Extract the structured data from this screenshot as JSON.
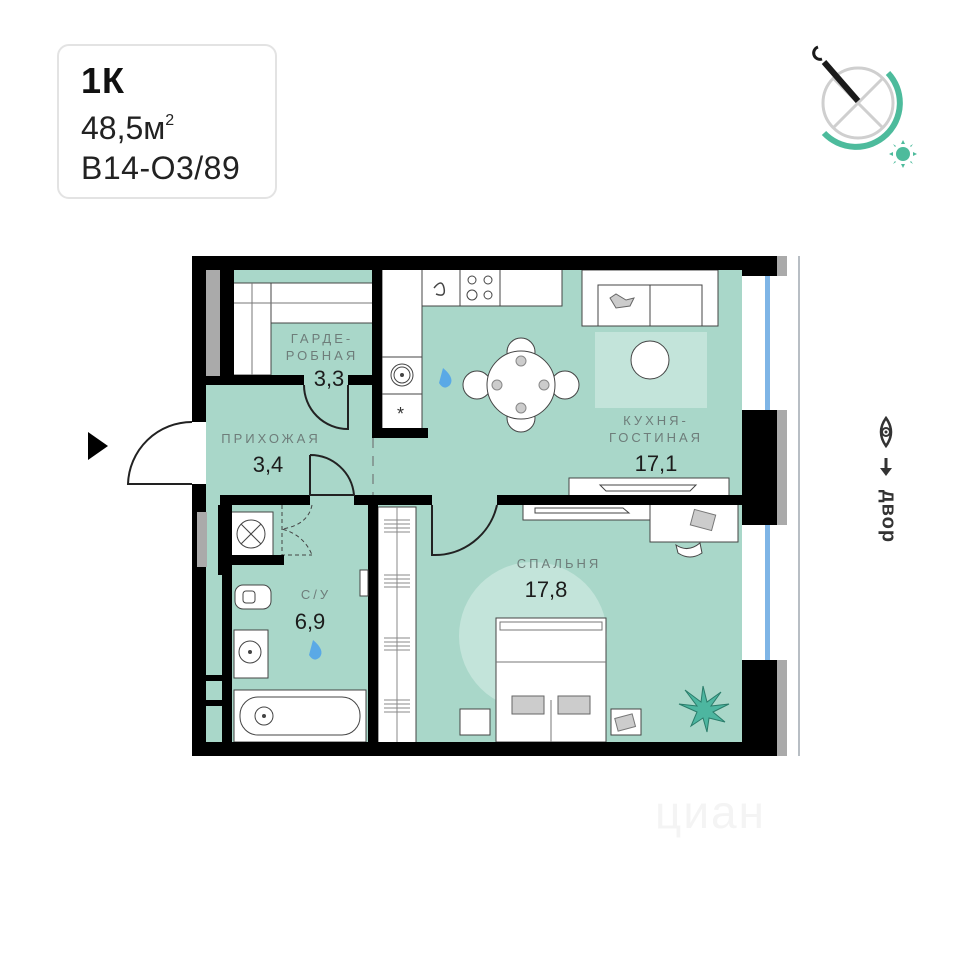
{
  "info": {
    "apartment_type": "1К",
    "total_area": "48,5м",
    "area_superscript": "2",
    "unit_code": "B14-O3/89"
  },
  "compass": {
    "icon": "sun-orientation-compass-icon",
    "accent_color": "#4dbb9c"
  },
  "rooms": [
    {
      "id": "wardrobe",
      "label_line1": "ГАРДЕ-",
      "label_line2": "РОБНАЯ",
      "area": "3,3"
    },
    {
      "id": "hallway",
      "label_line1": "ПРИХОЖАЯ",
      "area": "3,4"
    },
    {
      "id": "kitchen_living",
      "label_line1": "КУХНЯ-",
      "label_line2": "ГОСТИНАЯ",
      "area": "17,1"
    },
    {
      "id": "bathroom",
      "label_line1": "С/У",
      "area": "6,9"
    },
    {
      "id": "bedroom",
      "label_line1": "СПАЛЬНЯ",
      "area": "17,8"
    }
  ],
  "view": {
    "icon": "eye-icon",
    "arrow": "arrow-icon",
    "label": "двор"
  },
  "colors": {
    "room_fill": "#a9d7c9",
    "wall": "#000000",
    "window_glass": "#7fb5e6",
    "water_drop": "#5aa9e6",
    "plant": "#4db6a0"
  },
  "watermark": "циан"
}
